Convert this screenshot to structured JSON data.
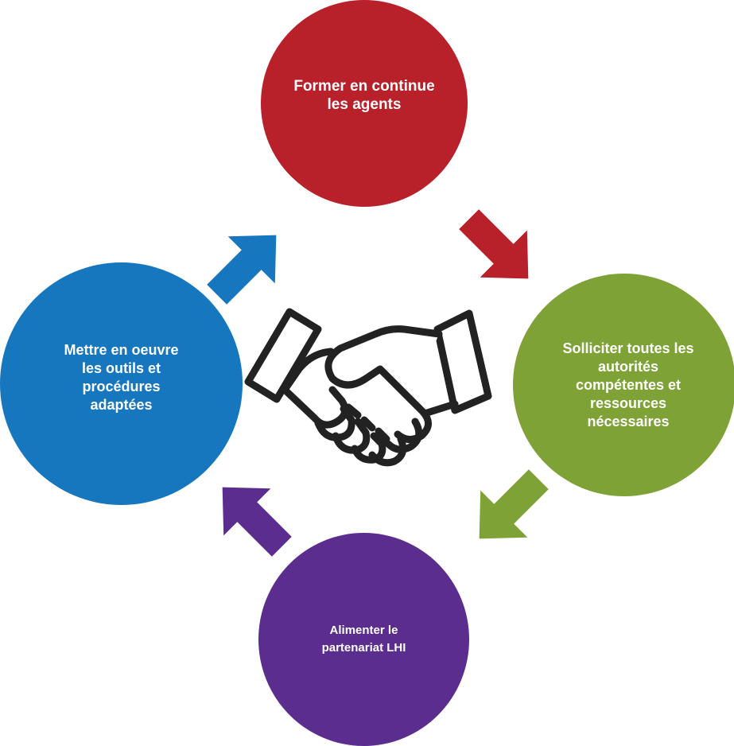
{
  "diagram": {
    "nodes": [
      {
        "id": "top",
        "label": "Former en continue\nles agents",
        "color": "#b8202a"
      },
      {
        "id": "right",
        "label": "Solliciter toutes les\nautorités\ncompétentes et\nressources\nnécessaires",
        "color": "#7ea235"
      },
      {
        "id": "bottom",
        "label": "Alimenter le\npartenariat LHI",
        "color": "#5b2d8f"
      },
      {
        "id": "left",
        "label": "Mettre en oeuvre\nles outils et\nprocédures\nadaptées",
        "color": "#1676be"
      }
    ],
    "arrows": [
      {
        "from": "left",
        "to": "top",
        "color": "#1676be"
      },
      {
        "from": "top",
        "to": "right",
        "color": "#b8202a"
      },
      {
        "from": "right",
        "to": "bottom",
        "color": "#7ea235"
      },
      {
        "from": "bottom",
        "to": "left",
        "color": "#5b2d8f"
      }
    ],
    "center_icon": "handshake-icon"
  }
}
